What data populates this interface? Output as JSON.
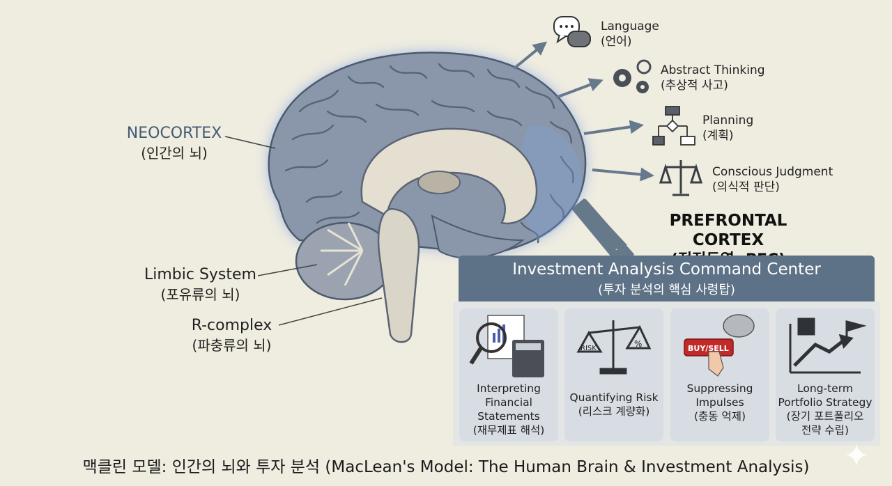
{
  "left_labels": {
    "neocortex": {
      "title": "NEOCORTEX",
      "subtitle": "(인간의 뇌)"
    },
    "limbic": {
      "title": "Limbic System",
      "subtitle": "(포유류의 뇌)"
    },
    "rcomplex": {
      "title": "R-complex",
      "subtitle": "(파충류의 뇌)"
    }
  },
  "functions": [
    {
      "label": "Language",
      "sub": "(언어)",
      "icon": "speech-bubbles-icon"
    },
    {
      "label": "Abstract Thinking",
      "sub": "(추상적 사고)",
      "icon": "gears-icon"
    },
    {
      "label": "Planning",
      "sub": "(계획)",
      "icon": "flowchart-icon"
    },
    {
      "label": "Conscious Judgment",
      "sub": "(의식적 판단)",
      "icon": "scales-icon"
    }
  ],
  "pfc": {
    "title": "PREFRONTAL CORTEX",
    "subtitle": "(전전두엽, PFC)"
  },
  "command_center": {
    "title": "Investment Analysis Command Center",
    "subtitle": "(투자 분석의 핵심 사령탑)"
  },
  "cards": [
    {
      "lines": [
        "Interpreting",
        "Financial",
        "Statements",
        "(재무제표 해석)"
      ],
      "icon": "magnifier-document-calculator-icon"
    },
    {
      "lines": [
        "Quantifying Risk",
        "(리스크 계량화)"
      ],
      "icon": "risk-balance-icon",
      "icon_text": [
        "RISK",
        "%"
      ]
    },
    {
      "lines": [
        "Suppressing",
        "Impulses",
        "(충동 억제)"
      ],
      "icon": "buy-sell-button-icon",
      "icon_text": [
        "BUY/SELL"
      ]
    },
    {
      "lines": [
        "Long-term",
        "Portfolio Strategy",
        "(장기 포트폴리오",
        "전략 수립)"
      ],
      "icon": "growth-arrow-flag-icon"
    }
  ],
  "footer": "맥클린 모델: 인간의 뇌와 투자 분석 (MacLean's Model: The Human Brain & Investment Analysis)",
  "colors": {
    "background": "#efece0",
    "brain_glow": "#7ea2e6",
    "brain_cortex": "#8594a8",
    "panel_header": "#5d7286",
    "arrow": "#66798b",
    "card": "#d7dde2"
  }
}
